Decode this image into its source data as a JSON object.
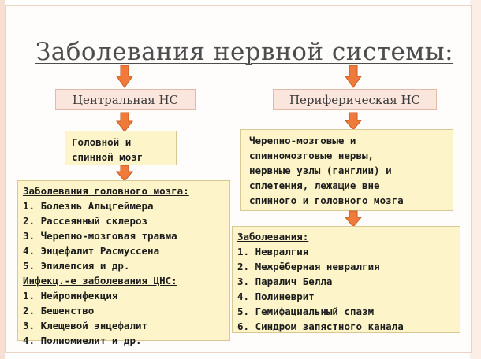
{
  "title": "Заболевания нервной системы:",
  "central_label": "Центральная НС",
  "peripheral_label": "Периферическая НС",
  "central_organs": [
    "Головной и",
    "спинной мозг"
  ],
  "peripheral_organs": [
    "Черепно-мозговые и",
    "спинномозговые нервы,",
    "нервные узлы (ганглии) и",
    "сплетения, лежащие вне",
    "спинного и головного мозга"
  ],
  "cns_diseases": {
    "brain_heading": "Заболевания головного мозга:",
    "brain_items": [
      "1.  Болезнь Альцгеймера",
      "2.  Рассеянный склероз",
      "3.  Черепно-мозговая травма",
      "4.  Энцефалит Расмуссена",
      "5.  Эпилепсия и др."
    ],
    "infect_heading": "Инфекц.-е заболевания ЦНС:",
    "infect_items": [
      "1.  Нейроинфекция",
      "2.  Бешенство",
      "3.  Клещевой энцефалит",
      "4.  Полиомиелит и др."
    ]
  },
  "pns_diseases": {
    "heading": "Заболевания:",
    "items": [
      "1.  Невралгия",
      "2.  Межрёберная невралгия",
      "3.  Паралич Белла",
      "4.  Полиневрит",
      "5.  Гемифациальный спазм",
      "6.  Синдром запястного канала"
    ]
  },
  "colors": {
    "arrow": "#f07a3a",
    "arrow_stroke": "#c85a24",
    "pink_box": "#fbe6dd",
    "yellow_box": "#fdf5c9"
  }
}
